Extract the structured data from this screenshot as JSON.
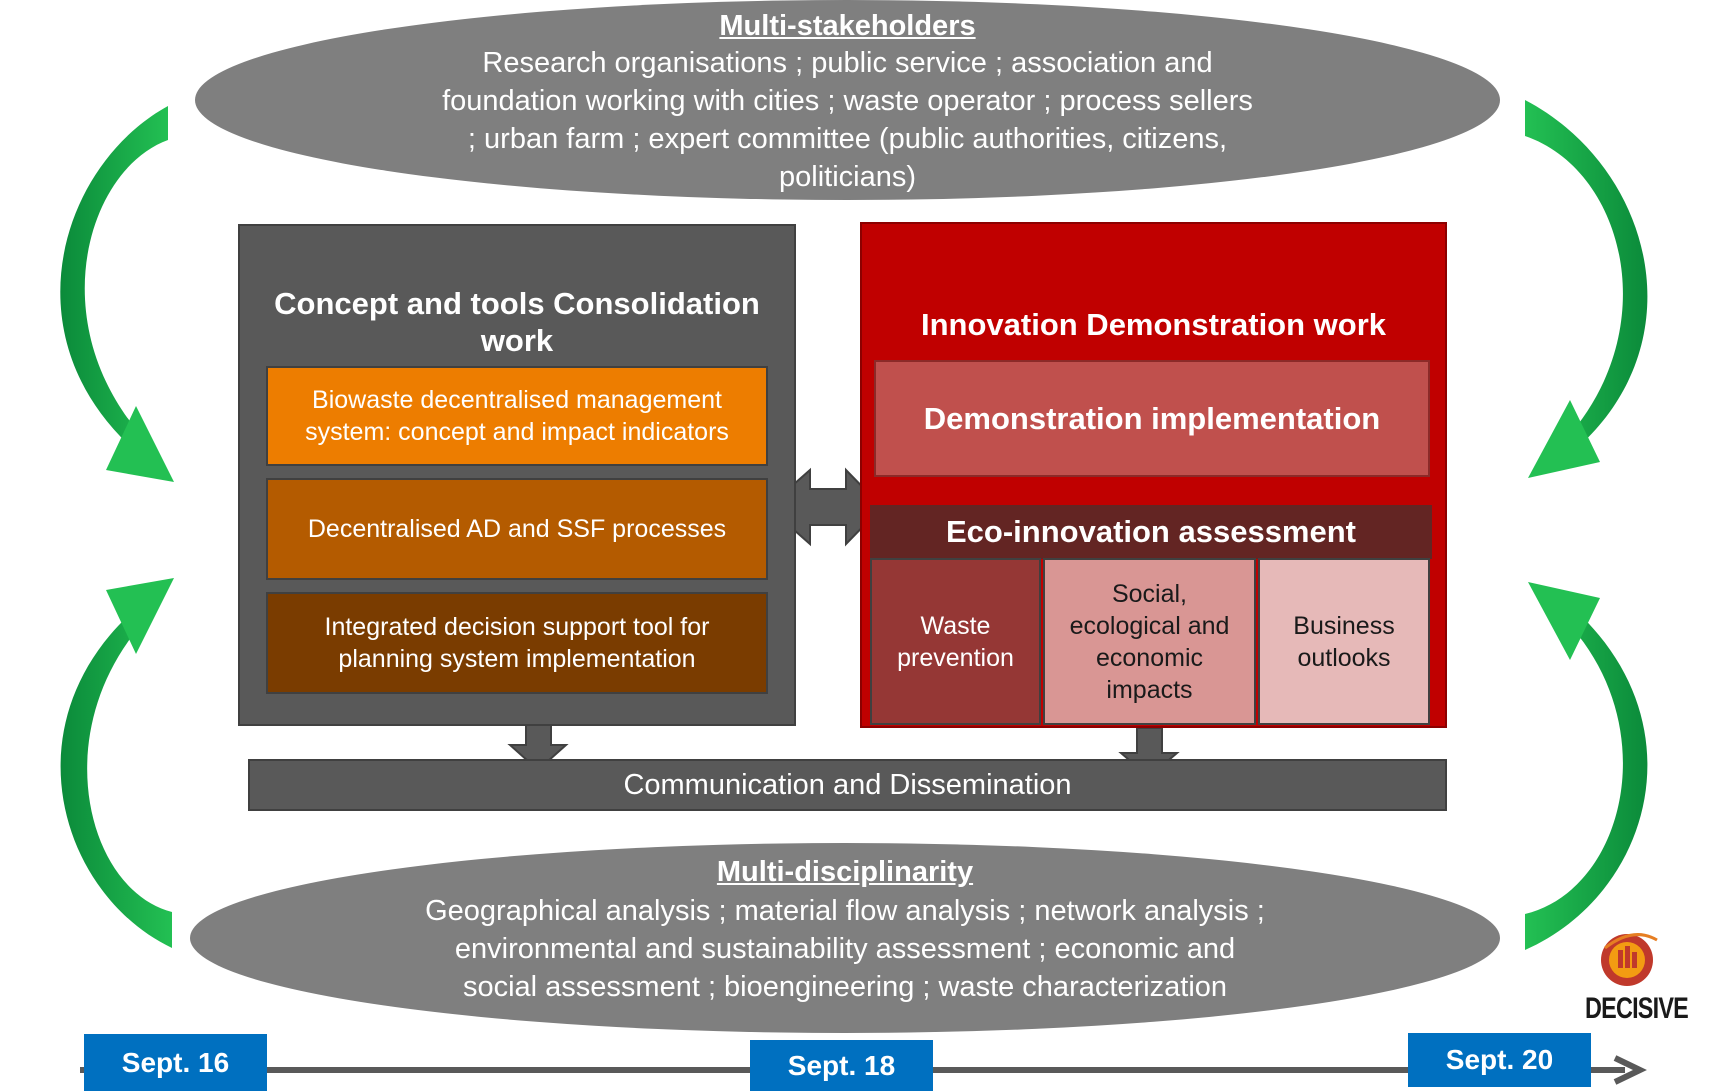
{
  "stakeholders": {
    "title": "Multi-stakeholders",
    "lines": [
      "Research organisations ; public service ; association and",
      "foundation working with cities ; waste operator ; process sellers",
      "; urban farm ; expert committee (public authorities, citizens,",
      "politicians)"
    ]
  },
  "consolidation": {
    "title": "Concept and tools Consolidation work",
    "items": [
      "Biowaste decentralised management system: concept and impact indicators",
      "Decentralised AD and SSF processes",
      "Integrated decision support tool for planning system implementation"
    ]
  },
  "demonstration": {
    "title": "Innovation Demonstration work",
    "implementation": "Demonstration implementation",
    "assessment_title": "Eco-innovation assessment",
    "cells": [
      "Waste prevention",
      "Social, ecological and economic impacts",
      "Business outlooks"
    ]
  },
  "communication": "Communication and Dissemination",
  "disciplinarity": {
    "title": "Multi-disciplinarity",
    "lines": [
      "Geographical analysis ; material flow analysis ; network analysis ;",
      "environmental and sustainability assessment ; economic and",
      "social assessment ; bioengineering ; waste characterization"
    ]
  },
  "timeline": [
    "Sept. 16",
    "Sept. 18",
    "Sept. 20"
  ],
  "logo": {
    "text": "DECISIVE"
  },
  "colors": {
    "ellipse": "#7f7f7f",
    "panel_left": "#595959",
    "panel_right": "#c00000",
    "orange_1": "#ed7d00",
    "orange_2": "#b45b00",
    "orange_3": "#7a3c00",
    "demo_box": "#c0504d",
    "assess_header": "#632523",
    "cell_1": "#953735",
    "cell_2": "#d99694",
    "cell_3": "#e6b9b8",
    "green_arrow": "#1fae4b",
    "date_box": "#0070c0"
  }
}
